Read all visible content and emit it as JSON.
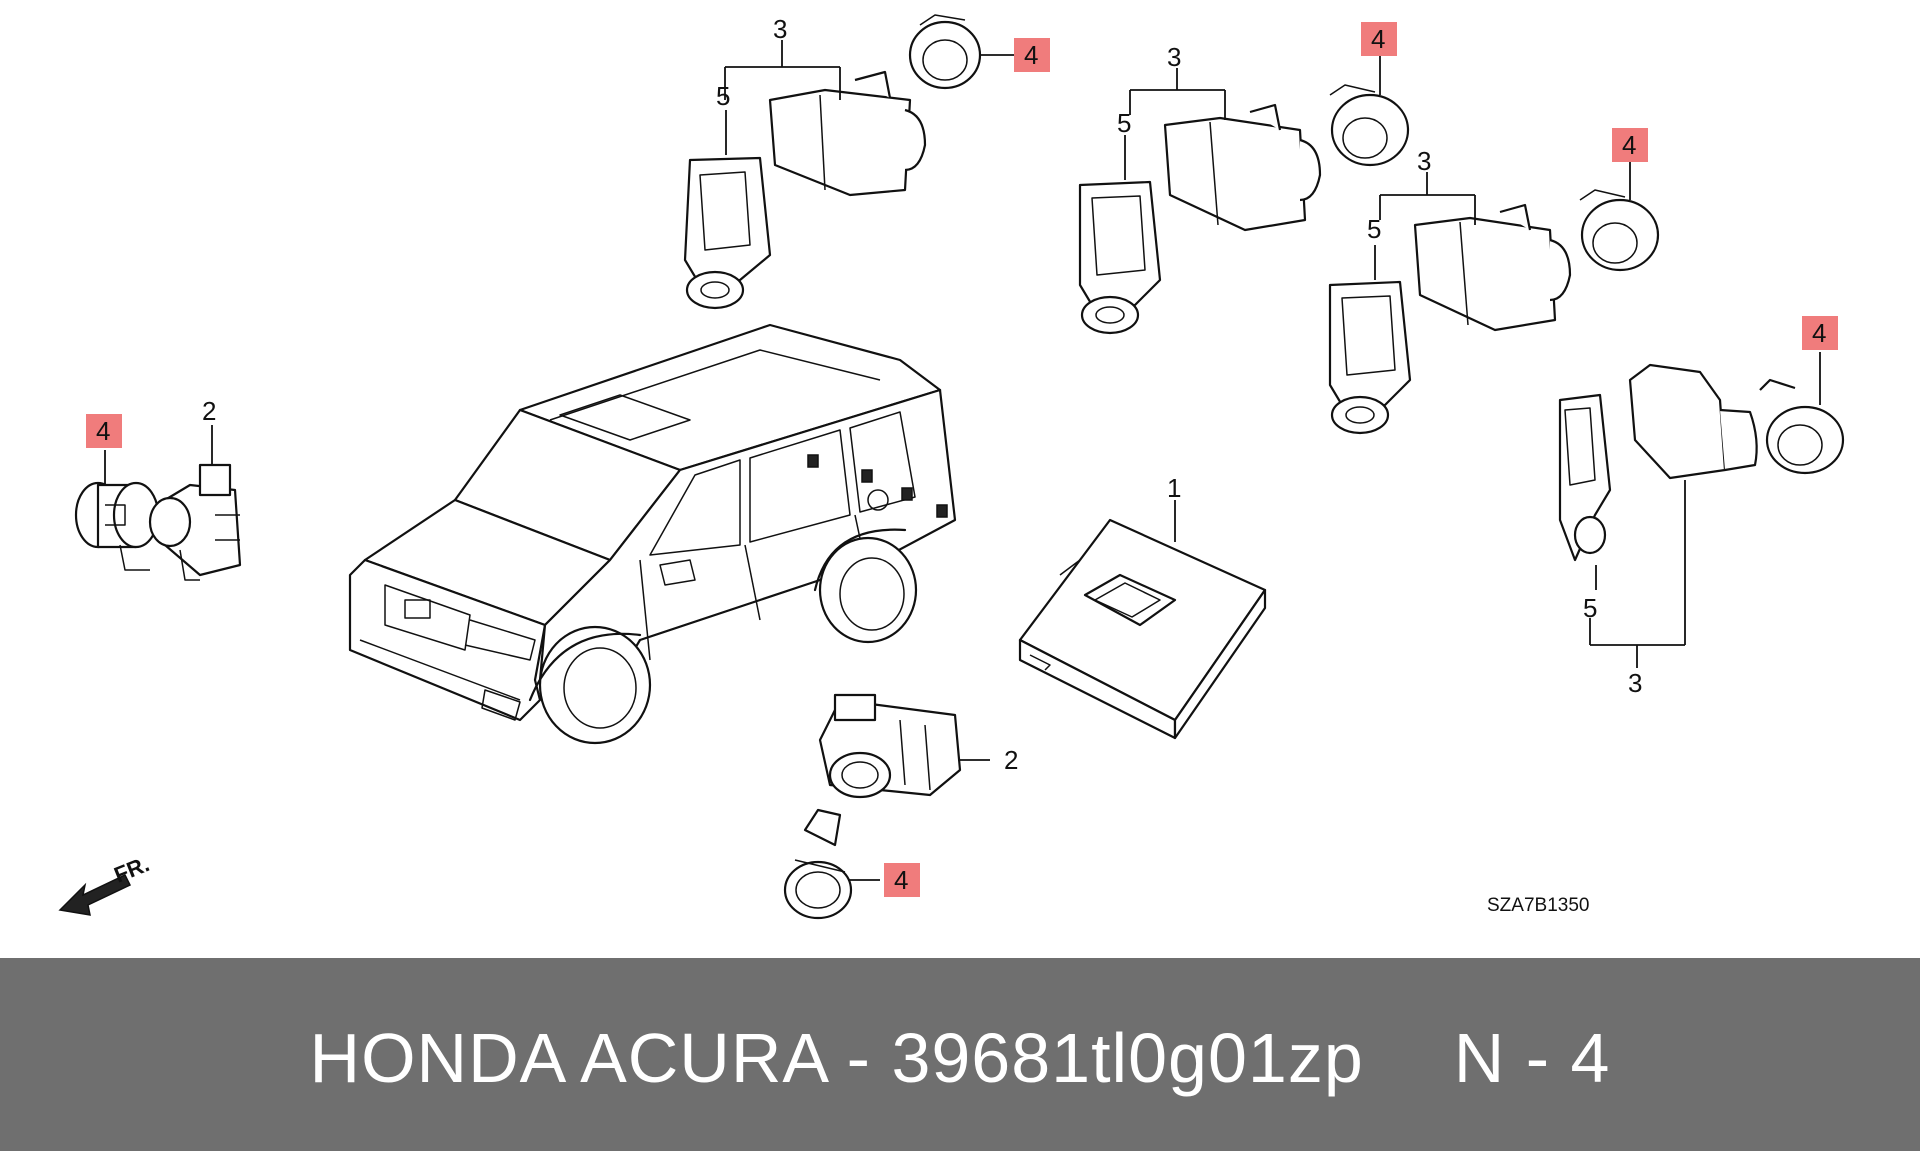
{
  "callouts": {
    "part1": "1",
    "part2": "2",
    "part3": "3",
    "part4": "4",
    "part5": "5"
  },
  "diagram_code": "SZA7B1350",
  "front_label": "FR.",
  "footer": {
    "title": "HONDA ACURA - 39681tl0g01zp",
    "page": "N - 4"
  },
  "colors": {
    "callout_highlight": "#f07c7c",
    "footer_background": "#6f6f6f",
    "footer_text": "#ffffff"
  }
}
